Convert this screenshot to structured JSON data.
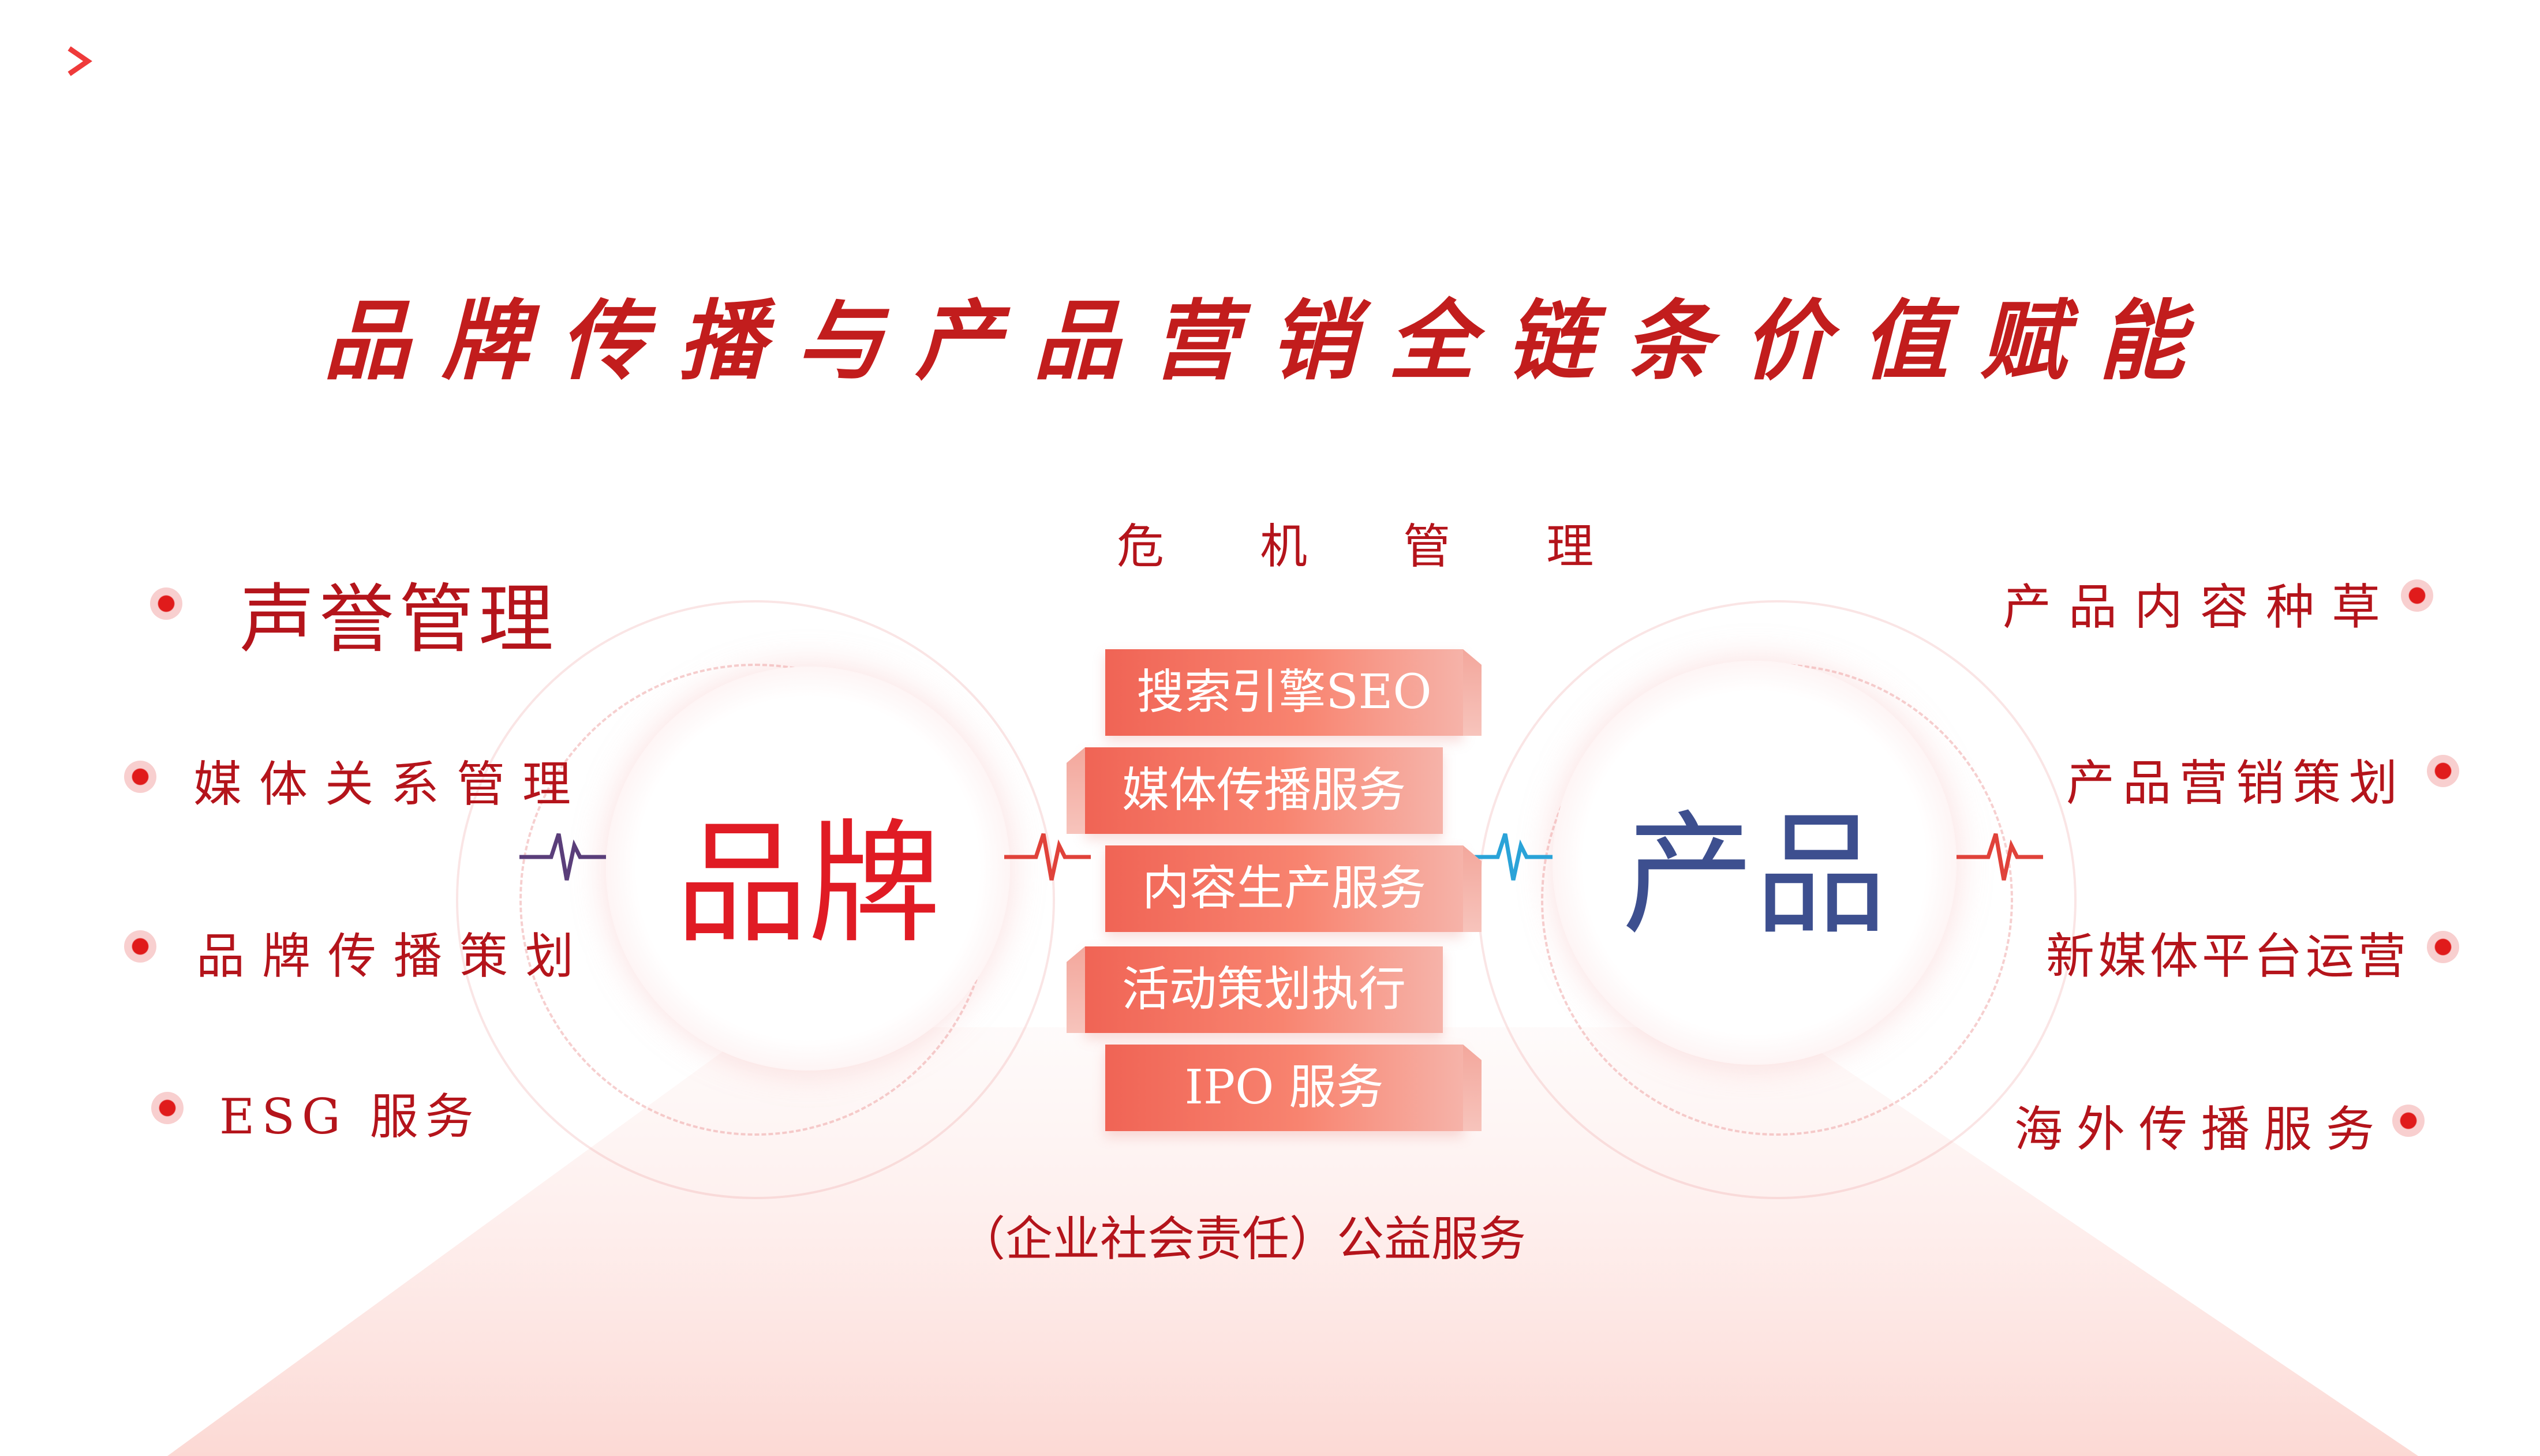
{
  "title": "品牌传播与产品营销全链条价值赋能",
  "brand": {
    "label": "品牌",
    "color": "#e01b24"
  },
  "product": {
    "label": "产品",
    "color": "#3d4f8f"
  },
  "left_items": [
    "声誉管理",
    "媒体关系管理",
    "品牌传播策划",
    "ESG 服务"
  ],
  "right_items": [
    "产品内容种草",
    "产品营销策划",
    "新媒体平台运营",
    "海外传播服务"
  ],
  "center_top": "危 机 管 理",
  "center_bands": [
    "搜索引擎SEO",
    "媒体传播服务",
    "内容生产服务",
    "活动策划执行",
    "IPO 服务"
  ],
  "center_bottom": "（企业社会责任）公益服务",
  "icons": {
    "corner": "chevron-right-icon",
    "pulse": "heartbeat-pulse-icon",
    "bullet": "dot-icon"
  },
  "colors": {
    "accent": "#c21d1d",
    "band_start": "#f06455",
    "band_end": "#f6b3a9"
  }
}
